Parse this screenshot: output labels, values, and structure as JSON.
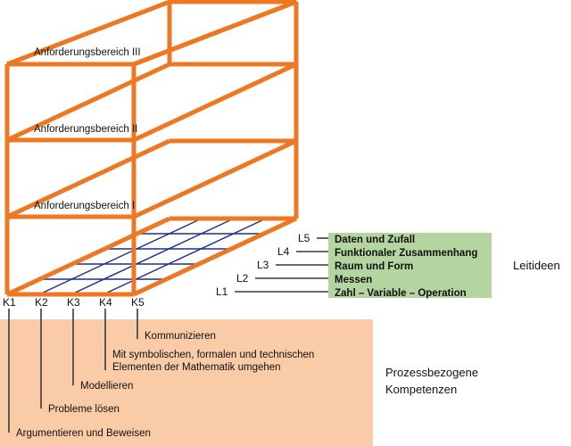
{
  "colors": {
    "cube_orange": "#EE7722",
    "grid_blue": "#1F2D8A",
    "leitideen_box": "#B4D4A0",
    "kompetenzen_box": "#F9CBA7",
    "leader_line": "#3A3A3A",
    "text": "#111111",
    "background": "#FFFFFF"
  },
  "cube": {
    "tiers": [
      {
        "id": "tier-3",
        "label": "Anforderungsbereich III"
      },
      {
        "id": "tier-2",
        "label": "Anforderungsbereich II"
      },
      {
        "id": "tier-1",
        "label": "Anforderungsbereich I"
      }
    ]
  },
  "leitideen": {
    "group_title": "Leitideen",
    "axis_labels": [
      "L5",
      "L4",
      "L3",
      "L2",
      "L1"
    ],
    "items": [
      {
        "code": "L5",
        "label": "Daten und Zufall"
      },
      {
        "code": "L4",
        "label": "Funktionaler Zusammenhang"
      },
      {
        "code": "L3",
        "label": "Raum und Form"
      },
      {
        "code": "L2",
        "label": "Messen"
      },
      {
        "code": "L1",
        "label": "Zahl – Variable – Operation"
      }
    ]
  },
  "kompetenzen": {
    "group_title_line1": "Prozessbezogene",
    "group_title_line2": "Kompetenzen",
    "axis_labels": [
      "K1",
      "K2",
      "K3",
      "K4",
      "K5"
    ],
    "items": [
      {
        "code": "K5",
        "label_line1": "Kommunizieren",
        "label_line2": ""
      },
      {
        "code": "K4",
        "label_line1": "Mit symbolischen, formalen und technischen",
        "label_line2": "Elementen der Mathematik umgehen"
      },
      {
        "code": "K3",
        "label_line1": "Modellieren",
        "label_line2": ""
      },
      {
        "code": "K2",
        "label_line1": "Probleme lösen",
        "label_line2": ""
      },
      {
        "code": "K1",
        "label_line1": "Argumentieren und Beweisen",
        "label_line2": ""
      }
    ]
  }
}
